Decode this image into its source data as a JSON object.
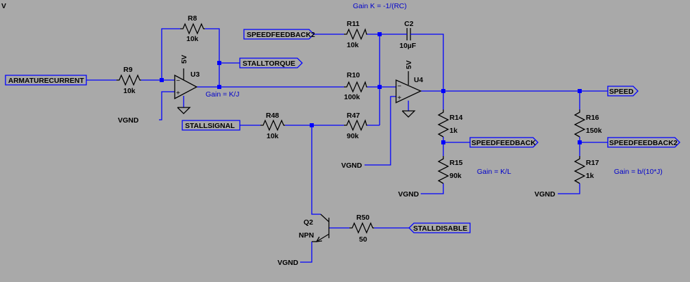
{
  "notes": {
    "gain_k": "Gain K = -1/(RC)",
    "gain_u3": "Gain = K/J",
    "gain_r15": "Gain = K/L",
    "gain_r17": "Gain = b/(10*J)"
  },
  "corner_text": "V",
  "net_labels": {
    "armature": "ARMATURECURRENT",
    "speedfb2_in": "SPEEDFEEDBACK2",
    "stalltorque": "STALLTORQUE",
    "stallsignal": "STALLSIGNAL",
    "speed": "SPEED",
    "speedfb": "SPEEDFEEDBACK",
    "speedfb2_out": "SPEEDFEEDBACK2",
    "stalldisable": "STALLDISABLE"
  },
  "ground_labels": {
    "u3": "VGND",
    "u4": "VGND",
    "r15": "VGND",
    "r17": "VGND",
    "q2": "VGND"
  },
  "supply": {
    "u3": "5V",
    "u4": "5V"
  },
  "opamps": {
    "u3": {
      "ref": "U3",
      "minus": "−",
      "plus": "+"
    },
    "u4": {
      "ref": "U4",
      "minus": "−",
      "plus": "+"
    }
  },
  "resistors": {
    "r8": {
      "ref": "R8",
      "value": "10k"
    },
    "r9": {
      "ref": "R9",
      "value": "10k"
    },
    "r10": {
      "ref": "R10",
      "value": "100k"
    },
    "r11": {
      "ref": "R11",
      "value": "10k"
    },
    "r47": {
      "ref": "R47",
      "value": "90k"
    },
    "r48": {
      "ref": "R48",
      "value": "10k"
    },
    "r14": {
      "ref": "R14",
      "value": "1k"
    },
    "r15": {
      "ref": "R15",
      "value": "90k"
    },
    "r16": {
      "ref": "R16",
      "value": "150k"
    },
    "r17": {
      "ref": "R17",
      "value": "1k"
    },
    "r50": {
      "ref": "R50",
      "value": "50"
    }
  },
  "capacitor": {
    "c2": {
      "ref": "C2",
      "value": "10µF"
    }
  },
  "transistor": {
    "q2": {
      "ref": "Q2",
      "type": "NPN"
    }
  }
}
